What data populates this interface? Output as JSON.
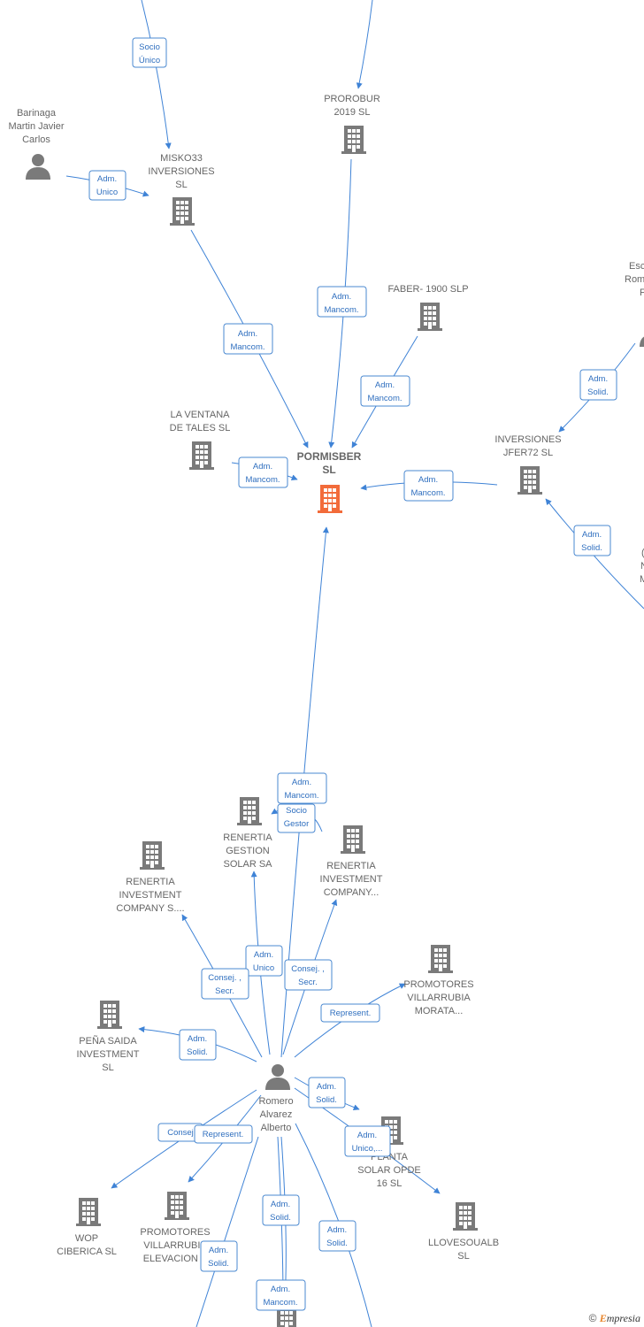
{
  "colors": {
    "edge": "#3f83d6",
    "node": "#7a7a7a",
    "focus": "#f26b3a",
    "label": "#666666"
  },
  "nodes": [
    {
      "id": "barinaga",
      "type": "person",
      "lines": [
        "Barinaga",
        "Martin Javier",
        "Carlos"
      ]
    },
    {
      "id": "misko33",
      "type": "company",
      "lines": [
        "MISKO33",
        "INVERSIONES",
        "SL"
      ]
    },
    {
      "id": "prorobur",
      "type": "company",
      "lines": [
        "PROROBUR",
        "2019  SL"
      ]
    },
    {
      "id": "faber",
      "type": "company",
      "lines": [
        "FABER- 1900 SLP"
      ]
    },
    {
      "id": "laventana",
      "type": "company",
      "lines": [
        "LA VENTANA",
        "DE TALES  SL"
      ]
    },
    {
      "id": "pormisber",
      "type": "focus",
      "lines": [
        "PORMISBER",
        "SL"
      ]
    },
    {
      "id": "jfer72",
      "type": "company",
      "lines": [
        "INVERSIONES",
        "JFER72  SL"
      ]
    },
    {
      "id": "esc",
      "type": "person",
      "lines": [
        "Esc",
        "Rom",
        "F"
      ]
    },
    {
      "id": "partialm",
      "type": "person",
      "lines": [
        "(",
        "N",
        "M"
      ]
    },
    {
      "id": "renertia_gestion",
      "type": "company",
      "lines": [
        "RENERTIA",
        "GESTION",
        "SOLAR SA"
      ]
    },
    {
      "id": "renertia_inv2",
      "type": "company",
      "lines": [
        "RENERTIA",
        "INVESTMENT",
        "COMPANY..."
      ]
    },
    {
      "id": "renertia_inv1",
      "type": "company",
      "lines": [
        "RENERTIA",
        "INVESTMENT",
        "COMPANY S...."
      ]
    },
    {
      "id": "promotores_morata",
      "type": "company",
      "lines": [
        "PROMOTORES",
        "VILLARRUBIA",
        "MORATA..."
      ]
    },
    {
      "id": "pena_saida",
      "type": "company",
      "lines": [
        "PEÑA SAIDA",
        "INVESTMENT",
        "SL"
      ]
    },
    {
      "id": "romero",
      "type": "person",
      "lines": [
        "Romero",
        "Alvarez",
        "Alberto"
      ]
    },
    {
      "id": "planta_solar",
      "type": "company",
      "lines": [
        "PLANTA",
        "SOLAR OPDE",
        "16  SL"
      ]
    },
    {
      "id": "wop",
      "type": "company",
      "lines": [
        "WOP",
        "CIBERICA  SL"
      ]
    },
    {
      "id": "promotores_elev",
      "type": "company",
      "lines": [
        "PROMOTORES",
        "VILLARRUBIA",
        "ELEVACION  S"
      ]
    },
    {
      "id": "llovesoualb",
      "type": "company",
      "lines": [
        "LLOVESOUALB",
        "SL"
      ]
    },
    {
      "id": "bottom_co",
      "type": "company",
      "lines": []
    }
  ],
  "edge_labels": [
    {
      "id": "e1",
      "lines": [
        "Socio",
        "Único"
      ]
    },
    {
      "id": "e2",
      "lines": [
        "Adm.",
        "Unico"
      ]
    },
    {
      "id": "e3",
      "lines": [
        "Adm.",
        "Mancom."
      ]
    },
    {
      "id": "e4",
      "lines": [
        "Adm.",
        "Mancom."
      ]
    },
    {
      "id": "e5",
      "lines": [
        "Adm.",
        "Mancom."
      ]
    },
    {
      "id": "e6",
      "lines": [
        "Adm.",
        "Mancom."
      ]
    },
    {
      "id": "e7",
      "lines": [
        "Adm.",
        "Mancom."
      ]
    },
    {
      "id": "e8",
      "lines": [
        "Adm.",
        "Solid."
      ]
    },
    {
      "id": "e9",
      "lines": [
        "Adm.",
        "Solid."
      ]
    },
    {
      "id": "e10",
      "lines": [
        "Adm.",
        "Mancom."
      ]
    },
    {
      "id": "e11",
      "lines": [
        "Socio",
        "Gestor"
      ]
    },
    {
      "id": "e12",
      "lines": [
        "Adm.",
        "Unico"
      ]
    },
    {
      "id": "e13",
      "lines": [
        "Consej. ,",
        "Secr."
      ]
    },
    {
      "id": "e14",
      "lines": [
        "Consej. ,",
        "Secr."
      ]
    },
    {
      "id": "e15",
      "lines": [
        "Represent."
      ]
    },
    {
      "id": "e16",
      "lines": [
        "Adm.",
        "Solid."
      ]
    },
    {
      "id": "e17",
      "lines": [
        "Adm.",
        "Solid."
      ]
    },
    {
      "id": "e18",
      "lines": [
        "Adm.",
        "Unico,..."
      ]
    },
    {
      "id": "e19",
      "lines": [
        "Consej"
      ]
    },
    {
      "id": "e20",
      "lines": [
        "Represent."
      ]
    },
    {
      "id": "e21",
      "lines": [
        "Adm.",
        "Solid."
      ]
    },
    {
      "id": "e22",
      "lines": [
        "Adm.",
        "Solid."
      ]
    },
    {
      "id": "e23",
      "lines": [
        "Adm.",
        "Solid."
      ]
    },
    {
      "id": "e24",
      "lines": [
        "Adm.",
        "Mancom."
      ]
    }
  ],
  "footer": {
    "copyright": "©",
    "brand_first": "E",
    "brand_rest": "mpresia"
  }
}
